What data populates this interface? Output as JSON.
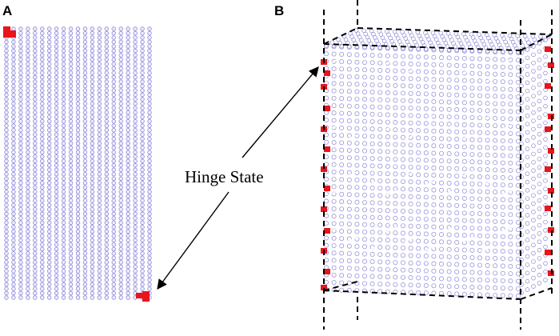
{
  "panel_a": {
    "label": "A"
  },
  "panel_b": {
    "label": "B"
  },
  "callout": {
    "text": "Hinge State"
  },
  "colors": {
    "lattice_site": "#8d88d6",
    "hinge_site": "#e8151b",
    "outline": "#000000",
    "arrow": "#000000"
  }
}
